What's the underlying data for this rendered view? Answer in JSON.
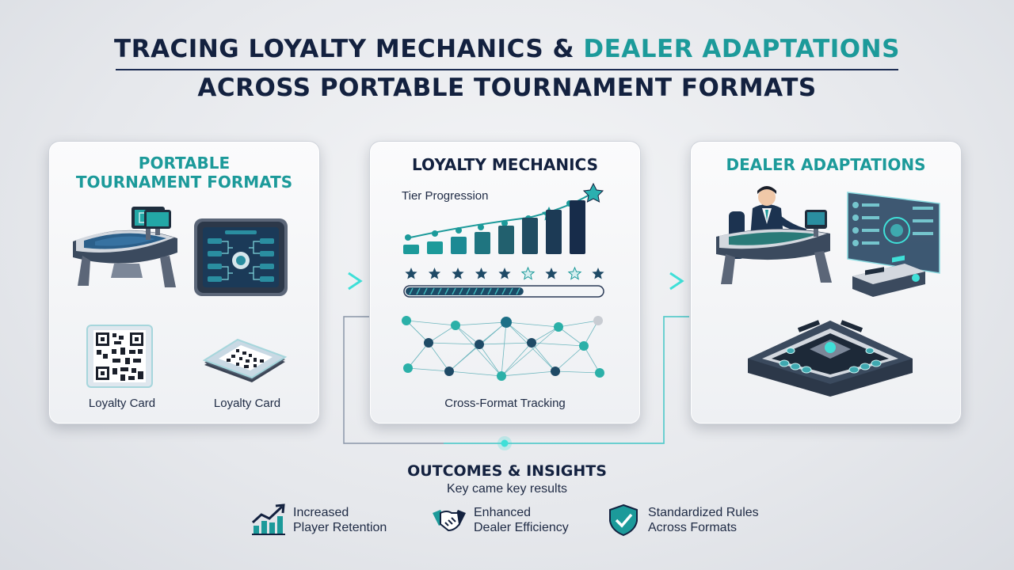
{
  "title": {
    "line1_part1": "TRACING LOYALTY MECHANICS & ",
    "line1_accent": "DEALER ADAPTATIONS",
    "line2": "ACROSS PORTABLE TOURNAMENT FORMATS"
  },
  "panels": {
    "left": {
      "title_line1": "PORTABLE",
      "title_line2": "TOURNAMENT FORMATS",
      "card1_label": "Loyalty Card",
      "card2_label": "Loyalty Card"
    },
    "middle": {
      "title": "LOYALTY MECHANICS",
      "tier_label": "Tier Progression",
      "tracking_label": "Cross-Format Tracking",
      "progress": 0.6
    },
    "right": {
      "title": "DEALER ADAPTATIONS"
    }
  },
  "outcomes": {
    "title": "OUTCOMES & INSIGHTS",
    "subtitle": "Key came key results",
    "items": [
      {
        "line1": "Increased",
        "line2": "Player Retention",
        "icon": "growth-chart-icon"
      },
      {
        "line1": "Enhanced",
        "line2": "Dealer Efficiency",
        "icon": "handshake-icon"
      },
      {
        "line1": "Standardized Rules",
        "line2": "Across Formats",
        "icon": "shield-check-icon"
      }
    ]
  },
  "colors": {
    "navy": "#13213f",
    "teal": "#1c9a9a",
    "glow": "#3fe0d8"
  }
}
